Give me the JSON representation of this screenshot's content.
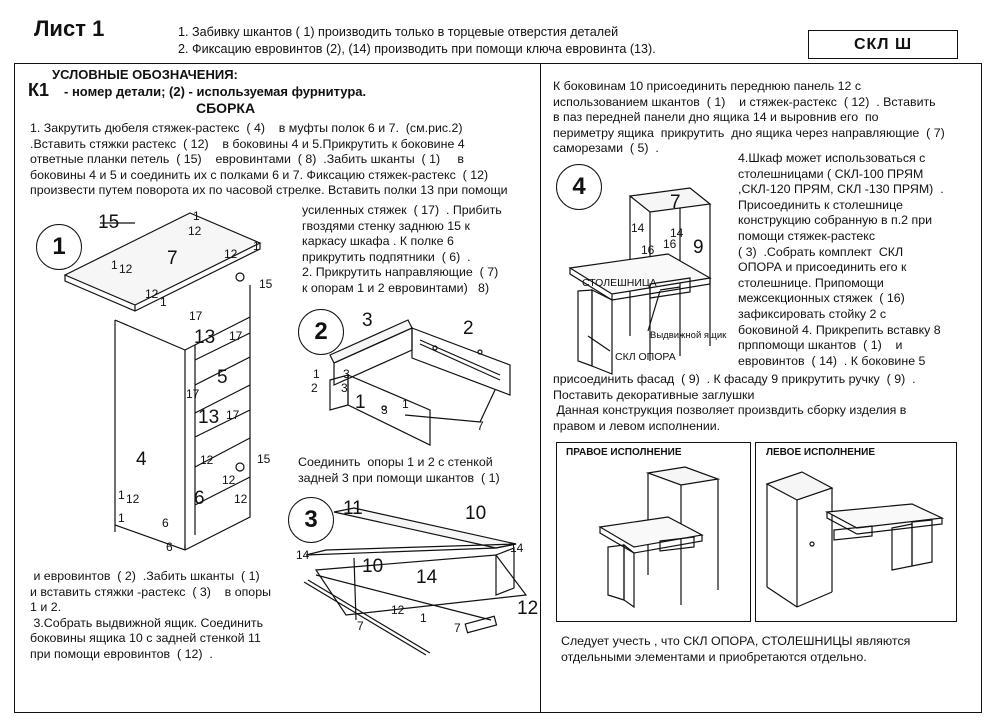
{
  "header": {
    "sheet_title": "Лист 1",
    "note_1": "1. Забивку шкантов  ( 1)   производить только в торцевые отверстия деталей",
    "note_2": "2. Фиксацию евровинтов (2), (14) производить при помощи ключа евровинта (13).",
    "product_code": "СКЛ  Ш"
  },
  "legend": {
    "heading": "УСЛОВНЫЕ ОБОЗНАЧЕНИЯ:",
    "k1": "К1",
    "k1_text": "- номер детали;  (2) - используемая фурнитура."
  },
  "assembly": {
    "heading": "СБОРКА",
    "step1_text": "1. Закрутить дюбеля стяжек-растекс  ( 4)    в муфты полок 6 и 7.  (см.рис.2)\n.Вставить стяжки растекс  ( 12)    в боковины 4 и 5.Прикрутить к боковине 4\nответные планки петель  ( 15)    евровинтами  ( 8)  .Забить шканты  ( 1)     в\nбоковины 4 и 5 и соединить их с полками 6 и 7. Фиксацию стяжек-растекс  ( 12)\nпроизвести путем поворота их по часовой стрелке. Вставить полки 13 при помощи",
    "step1_cont": "усиленных стяжек  ( 17)  . Прибить\nгвоздями стенку заднюю 15 к\nкаркасу шкафа . К полке 6\nприкрутить подпятники  ( 6)  .\n2. Прикрутить направляющие  ( 7)\nк опорам 1 и 2 евровинтами)   8)",
    "step2_join": "Соединить  опоры 1 и 2 с стенкой\nзадней 3 при помощи шкантов  ( 1)",
    "step2_end": " и евровинтов  ( 2)  .Забить шканты  ( 1)\nи вставить стяжки -растекс  ( 3)    в опоры\n1 и 2.\n 3.Собрать выдвижной ящик. Соединить\nбоковины ящика 10 с задней стенкой 11\nпри помощи евровинтов  ( 12)  .",
    "step4_intro": "К боковинам 10 присоединить переднюю панель 12 с\nиспользованием шкантов  ( 1)    и стяжек-растекс  ( 12)  . Вставить\nв паз передней панели дно ящика 14 и выровнив его  по\nпериметру ящика  прикрутить  дно ящика через направляющие  ( 7)\nсаморезами  ( 5)  .",
    "step4_text": "4.Шкаф может использоваться с\nстолешницами ( СКЛ-100 ПРЯМ\n,СКЛ-120 ПРЯМ, СКЛ -130 ПРЯМ)  .\nПрисоединить к столешнице\nконструкцию собранную в п.2 при\nпомощи стяжек-растекс\n( 3)  .Собрать комплект  СКЛ\nОПОРА и присоединить его к\nстолешнице. Припомощи\nмежсекционных стяжек  ( 16)\nзафиксировать стойку 2 с\nбоковиной 4. Прикрепить вставку 8\nпрппомощи шкантов  ( 1)    и\nевровинтов  ( 14)  . К боковине 5",
    "step4_end": "присоединить фасад  ( 9)  . К фасаду 9 прикрутить ручку  ( 9)  .\nПоставить декоративные заглушки\n Данная конструкция позволяет произвдить сборку изделия в\nправом и левом исполнении.",
    "footnote": "Следует учесть , что СКЛ ОПОРА, СТОЛЕШНИЦЫ являются\nотдельными элементами и приобретаются отдельно."
  },
  "figures": {
    "step_numbers": [
      "1",
      "2",
      "3",
      "4"
    ],
    "fig1_labels": [
      "15",
      "1",
      "12",
      "12",
      "1",
      "1",
      "12",
      "7",
      "15",
      "12",
      "1",
      "17",
      "13",
      "17",
      "5",
      "17",
      "13",
      "17",
      "4",
      "12",
      "15",
      "12",
      "1",
      "12",
      "6",
      "12",
      "1",
      "6",
      "6"
    ],
    "fig2_labels": [
      "3",
      "2",
      "1",
      "2",
      "3",
      "3",
      "1",
      "3",
      "1",
      "7"
    ],
    "fig3_labels": [
      "11",
      "10",
      "14",
      "10",
      "14",
      "14",
      "12",
      "1",
      "12",
      "7",
      "7"
    ],
    "fig4_labels": [
      "7",
      "14",
      "14",
      "16",
      "16",
      "9"
    ],
    "fig4_tabletop": "СТОЛЕШНИЦА",
    "fig4_drawer": "Выдвижной ящик",
    "fig4_support": "СКЛ ОПОРА",
    "right_variant": "ПРАВОЕ ИСПОЛНЕНИЕ",
    "left_variant": "ЛЕВОЕ ИСПОЛНЕНИЕ"
  }
}
